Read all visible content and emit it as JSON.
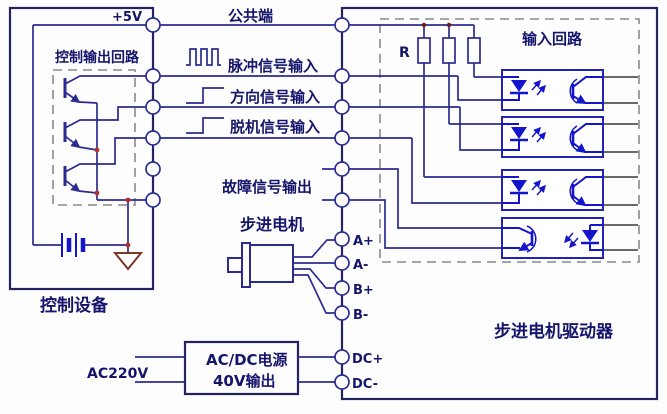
{
  "diagram": {
    "power_label": "+5V",
    "common_label": "公共端",
    "control_loop_label": "控制输出回路",
    "signals": {
      "pulse": "脉冲信号输入",
      "direction": "方向信号输入",
      "offline": "脱机信号输入",
      "fault": "故障信号输出"
    },
    "motor_label": "步进电机",
    "control_device_label": "控制设备",
    "input_loop_label": "输入回路",
    "driver_label": "步进电机驱动器",
    "resistor_label": "R",
    "ac_input_label": "AC220V",
    "psu_line1": "AC/DC电源",
    "psu_line2": "40V输出",
    "terminals": {
      "a_plus": "A+",
      "a_minus": "A-",
      "b_plus": "B+",
      "b_minus": "B-",
      "dc_plus": "DC+",
      "dc_minus": "DC-"
    },
    "colors": {
      "wire": "#2b2b90",
      "component": "#1414cc",
      "text": "#15156b",
      "junction": "#b03030",
      "ground": "#7a3a28"
    }
  }
}
